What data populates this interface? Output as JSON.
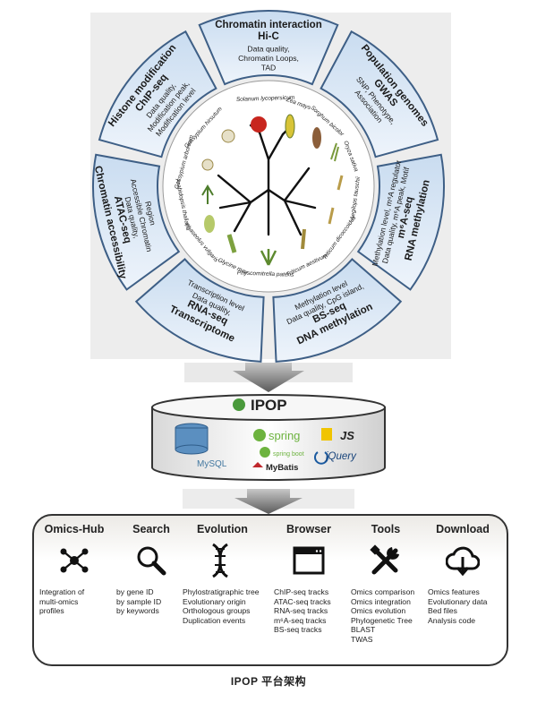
{
  "wheel": {
    "segments": [
      {
        "title": "Histone modification",
        "subtitle": "ChIP-seq",
        "details": [
          "Data quality,",
          "Modification peak,",
          "Modification level"
        ]
      },
      {
        "title": "Chromatin interaction",
        "subtitle": "Hi-C",
        "details": [
          "Data quality,",
          "Chromatin Loops,",
          "TAD"
        ]
      },
      {
        "title": "Population genomes",
        "subtitle": "GWAS",
        "details": [
          "SNP, Phenotype,",
          "Association"
        ]
      },
      {
        "title": "RNA methylation",
        "subtitle": "m⁶A-seq",
        "details": [
          "Data quality, m⁶A peak, Motif",
          "Methylation level, m⁶A regulator"
        ]
      },
      {
        "title": "DNA methylation",
        "subtitle": "BS-seq",
        "details": [
          "Data quality, CpG island,",
          "Methylation level"
        ]
      },
      {
        "title": "Transcriptome",
        "subtitle": "RNA-seq",
        "details": [
          "Data quality,",
          "Transcription level"
        ]
      },
      {
        "title": "Chromatin accessibility",
        "subtitle": "ATAC-seq",
        "details": [
          "Data quality,",
          "Accessible Chromatin",
          "Region"
        ]
      }
    ],
    "species": [
      "Solanum lycopersicum",
      "Zea mays",
      "Sorghum bicolor",
      "Oryza sativa",
      "Aegilops tauschii",
      "Triticum dicoccoides",
      "Triticum aestivum",
      "Physcomitrella patens",
      "Glycine max",
      "Phaseolus vulgaris",
      "Arabidopsis thaliana",
      "Gossypium arboreum",
      "Gossypium hirsutum"
    ]
  },
  "database": {
    "name": "IPOP",
    "technologies": [
      "MySQL",
      "spring",
      "spring boot",
      "MyBatis",
      "JS",
      "jQuery"
    ]
  },
  "modules": [
    {
      "title": "Omics-Hub",
      "icon": "network-hub-icon",
      "items": [
        "Integration of",
        "multi-omics",
        "profiles"
      ]
    },
    {
      "title": "Search",
      "icon": "magnifier-icon",
      "items": [
        "by gene ID",
        "by sample ID",
        "by keywords"
      ]
    },
    {
      "title": "Evolution",
      "icon": "dna-icon",
      "items": [
        "Phylostratigraphic tree",
        "Evolutionary origin",
        "Orthologous groups",
        "Duplication events"
      ]
    },
    {
      "title": "Browser",
      "icon": "browser-window-icon",
      "items": [
        "ChIP-seq tracks",
        "ATAC-seq tracks",
        "RNA-seq tracks",
        "m⁶A-seq tracks",
        "BS-seq tracks"
      ]
    },
    {
      "title": "Tools",
      "icon": "tools-icon",
      "items": [
        "Omics comparison",
        "Omics integration",
        "Omics evolution",
        "Phylogenetic Tree",
        "BLAST",
        "TWAS"
      ]
    },
    {
      "title": "Download",
      "icon": "cloud-download-icon",
      "items": [
        "Omics features",
        "Evolutionary data",
        "Bed files",
        "Analysis code"
      ]
    }
  ],
  "caption": "IPOP 平台架构",
  "colors": {
    "segment_fill": "#dde8f5",
    "segment_stroke": "#3e5f86",
    "panel_bg": "#eeedea",
    "accent_green": "#6db33f",
    "mysql_blue": "#4479a1"
  }
}
